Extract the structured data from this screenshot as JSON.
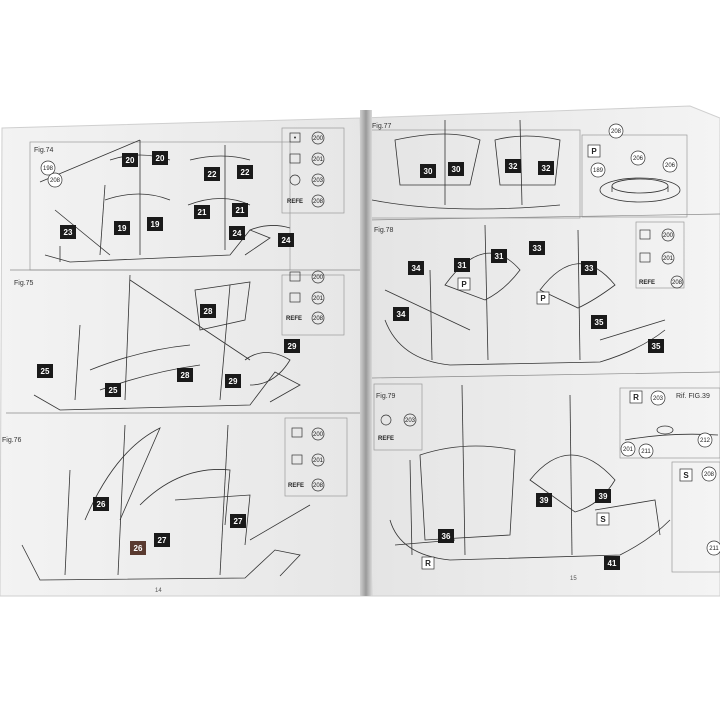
{
  "left_page": {
    "page_number": "14",
    "figures": [
      {
        "label": "Fig.74",
        "tags": [
          "20",
          "20",
          "22",
          "22",
          "19",
          "19",
          "21",
          "21",
          "23",
          "24",
          "24"
        ],
        "circles": [
          "198",
          "208"
        ]
      },
      {
        "label": "Fig.75",
        "tags": [
          "28",
          "25",
          "25",
          "28",
          "29",
          "29"
        ],
        "circles": []
      },
      {
        "label": "Fig.76",
        "tags": [
          "26",
          "26",
          "27",
          "27"
        ],
        "circles": []
      }
    ],
    "legends": [
      {
        "codes": [
          "200",
          "201",
          "203",
          "208"
        ],
        "refe": "REFE"
      },
      {
        "codes": [
          "200",
          "201",
          "208"
        ],
        "refe": "REFE"
      },
      {
        "codes": [
          "200",
          "201",
          "208"
        ],
        "refe": "REFE"
      }
    ]
  },
  "right_page": {
    "page_number": "15",
    "figures": [
      {
        "label": "Fig.77",
        "tags": [
          "30",
          "30",
          "32",
          "32"
        ],
        "circles": [
          "208",
          "206",
          "206",
          "189"
        ],
        "letters": [
          "P"
        ]
      },
      {
        "label": "Fig.78",
        "tags": [
          "34",
          "31",
          "31",
          "33",
          "33",
          "34",
          "35",
          "35"
        ],
        "letters": [
          "P",
          "P"
        ]
      },
      {
        "label": "Fig.79",
        "tags": [
          "36",
          "39",
          "39",
          "41"
        ],
        "circles": [
          "203",
          "201",
          "211",
          "212",
          "208",
          "211",
          "207"
        ],
        "letters": [
          "R",
          "S",
          "R",
          "S"
        ],
        "ref_text": "Rif. FIG.39"
      }
    ],
    "legends": [
      {
        "codes": [
          "200",
          "201",
          "208"
        ],
        "refe": "REFE"
      },
      {
        "codes": [
          "203"
        ],
        "refe": "REFE"
      }
    ]
  }
}
